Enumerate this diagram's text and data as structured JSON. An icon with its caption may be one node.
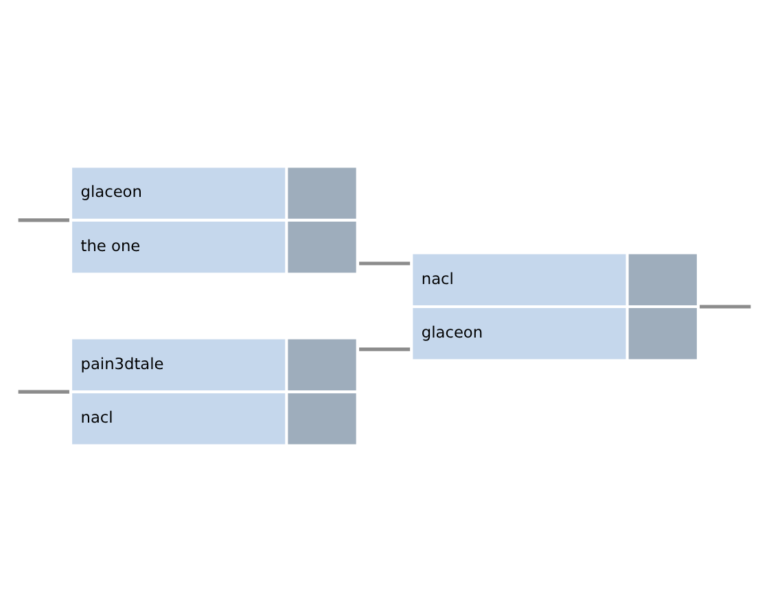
{
  "diagram": {
    "nodes": [
      {
        "text": [
          "pain3dtale",
          "nacl"
        ]
      },
      {
        "text": [
          "nacl",
          "glaceon"
        ]
      },
      {
        "text": [
          "glaceon",
          "the one"
        ]
      }
    ],
    "edges": [
      {
        "from": null,
        "to": 0,
        "arrow": "none"
      },
      {
        "from": 0,
        "to": 1,
        "arrow": "none"
      },
      {
        "from": null,
        "to": 2,
        "arrow": "none"
      },
      {
        "from": 2,
        "to": 1,
        "arrow": "none"
      },
      {
        "from": 1,
        "to": null,
        "arrow": "none"
      }
    ]
  }
}
